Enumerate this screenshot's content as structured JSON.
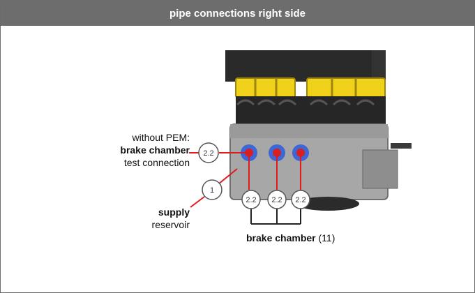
{
  "header": {
    "title": "pipe connections right side"
  },
  "labels": {
    "left_top_line1": "without PEM:",
    "left_top_line2": "brake chamber",
    "left_top_line3": "test connection",
    "supply": "supply",
    "reservoir": "reservoir",
    "brake_chamber_bold": "brake chamber",
    "brake_chamber_num": "(11)"
  },
  "ports": {
    "p22_left": "2.2",
    "p1": "1",
    "p22_a": "2.2",
    "p22_b": "2.2",
    "p22_c": "2.2"
  },
  "colors": {
    "header_bg": "#6d6d6d",
    "leader_red": "#e01b1b",
    "connector_yellow": "#f0d21a",
    "body_gray": "#8a8a8a"
  }
}
